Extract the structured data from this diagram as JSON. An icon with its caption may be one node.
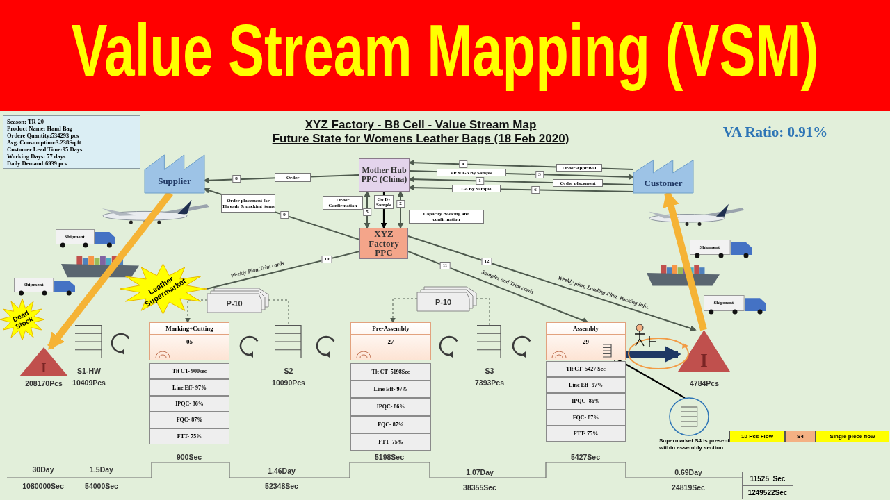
{
  "diagram": {
    "title": "Value Stream Mapping (VSM)",
    "nodes": [
      {
        "text": [
          "Season: TR-20",
          "Product Name: Hand Bag",
          "Ordere Quantity:534293 pcs",
          "Avg. Consumption:3.238Sq.ft",
          "Customer Lead Time:95 Days",
          "Working Days: 77 days",
          "Daily Demand:6939 pcs"
        ]
      },
      {
        "text": [
          "Supplier"
        ]
      },
      {
        "text": [
          "Mother Hub PPC (China)"
        ]
      },
      {
        "text": [
          "Customer"
        ]
      },
      {
        "text": [
          "XYZ Factory PPC"
        ]
      },
      {
        "text": [
          "Shipment"
        ]
      },
      {
        "text": [
          "Leather Supermarket"
        ]
      },
      {
        "text": [
          "Shipment"
        ]
      },
      {
        "text": [
          "Dead Stock"
        ]
      },
      {
        "text": [
          "I"
        ],
        "beside": [
          "208170Pcs"
        ]
      },
      {
        "text": [],
        "shape": "box",
        "beside": [
          "S1-HW",
          "10409Pcs"
        ]
      },
      {
        "text": [
          "P-10"
        ]
      },
      {
        "text": [
          "Marking+Cutting",
          "05"
        ]
      },
      {
        "text": [
          "Tlt CT- 900sec",
          "Line Eff- 97%",
          "IPQC- 86%",
          "FQC- 87%",
          "FTT- 75%"
        ]
      },
      {
        "text": [],
        "shape": "box",
        "beside": [
          "S2",
          "10090Pcs"
        ]
      },
      {
        "text": [
          "P-10"
        ]
      },
      {
        "text": [
          "Pre-Assembly",
          "27"
        ]
      },
      {
        "text": [
          "Tlt CT- 5198Sec",
          "Line Eff- 97%",
          "IPQC- 86%",
          "FQC- 87%",
          "FTT- 75%"
        ]
      },
      {
        "text": [],
        "shape": "box",
        "beside": [
          "S3",
          "7393Pcs"
        ]
      },
      {
        "text": [
          "Assembly",
          "29"
        ]
      },
      {
        "text": [],
        "shape": "picture",
        "in": 19
      },
      {
        "text": [
          "Tlt CT- 5427 Sec",
          "Line Eff- 97%",
          "IPQC- 86%",
          "FQC- 87%",
          "FTT- 75%"
        ]
      },
      {
        "text": [
          "Shipment"
        ]
      },
      {
        "text": [
          "Shipment"
        ]
      },
      {
        "text": [
          "I"
        ],
        "beside": [
          "4784Pcs"
        ]
      },
      {
        "text": [],
        "shape": "circle",
        "beside": [
          "Supermarket S4 is present within assembly section"
        ]
      }
    ],
    "edges": [
      {
        "from": 2,
        "to": 1,
        "arrow": "to",
        "label": "Order"
      },
      {
        "from": 4,
        "to": 1,
        "arrow": "to",
        "label": "Order placement for Threads & packing items"
      },
      {
        "from": 3,
        "to": 2,
        "arrow": "to",
        "label": "Order Appruval"
      },
      {
        "from": 2,
        "to": 3,
        "arrow": "to",
        "label": "PP & Go By Sample"
      },
      {
        "from": 3,
        "to": 2,
        "arrow": "to",
        "label": "Order placement"
      },
      {
        "from": 3,
        "to": 2,
        "arrow": "to",
        "label": "Go By Sample"
      },
      {
        "from": 2,
        "to": 4,
        "arrow": "both",
        "label": "Order Confirmation"
      },
      {
        "from": 2,
        "to": 4,
        "arrow": "to",
        "label": "Go By Sample",
        "color": "#000000"
      },
      {
        "from": 2,
        "to": 4,
        "arrow": "both",
        "label": "Capacity Booking and confirmation"
      },
      {
        "from": 4,
        "to": 6,
        "arrow": "none",
        "label": "Weekly Plan,Trim cards"
      },
      {
        "from": 4,
        "to": 19,
        "arrow": "to",
        "label": "Samples and Trim cards"
      },
      {
        "from": 4,
        "to": 24,
        "arrow": "to",
        "label": "Weekly plan, Loading Plan, Packing info."
      },
      {
        "from": 1,
        "to": 9,
        "arrow": "to",
        "style": "thick",
        "color": "#f5b335"
      },
      {
        "from": 24,
        "to": 3,
        "arrow": "to",
        "style": "thick",
        "color": "#f5b335"
      },
      {
        "from": 11,
        "to": 12,
        "arrow": "to",
        "style": "dashed"
      },
      {
        "from": 11,
        "to": 14,
        "arrow": "none",
        "style": "dashed"
      },
      {
        "from": 15,
        "to": 16,
        "arrow": "to",
        "style": "dashed"
      },
      {
        "from": 15,
        "to": 18,
        "arrow": "none",
        "style": "dashed"
      },
      {
        "from": 19,
        "to": 24,
        "arrow": "to",
        "style": "thick",
        "color": "#1f3864"
      },
      {
        "from": 25,
        "to": 20,
        "arrow": "to",
        "color": "#000000"
      }
    ],
    "labels": [
      "XYZ Factory - B8 Cell - Value Stream Map",
      "Future State for Womens Leather Bags (18 Feb 2020)",
      "VA Ratio: 0.91%",
      "8",
      "9",
      "4",
      "3",
      "1",
      "6",
      "5",
      "2",
      "10",
      "11",
      "12",
      "10 Pcs Flow",
      "S4",
      "Single piece flow",
      "30Day",
      "1080000Sec",
      "1.5Day",
      "54000Sec",
      "900Sec",
      "1.46Day",
      "52348Sec",
      "5198Sec",
      "1.07Day",
      "38355Sec",
      "5427Sec",
      "0.69Day",
      "24819Sec",
      "11525  Sec",
      "1249522Sec"
    ]
  }
}
